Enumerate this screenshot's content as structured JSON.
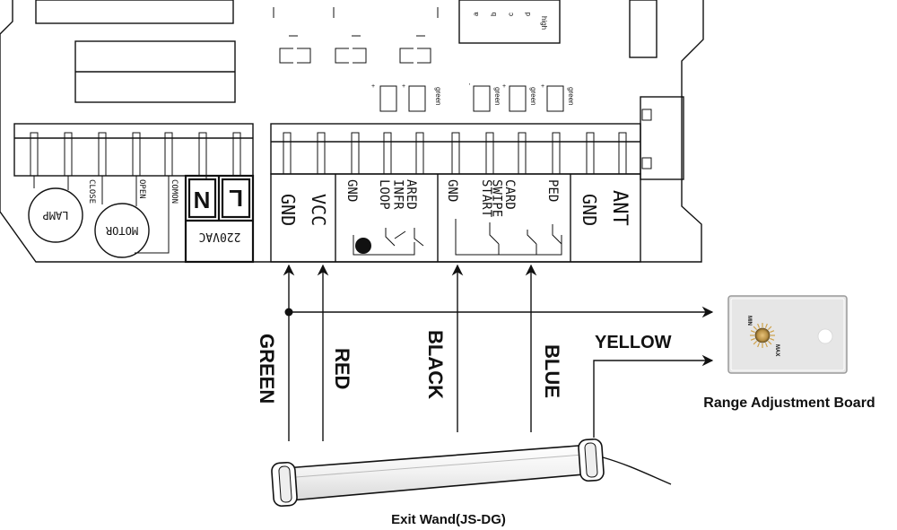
{
  "board": {
    "output_labels": {
      "lamp": "LAMP",
      "motor": "MOTOR",
      "close": "CLOSE",
      "open": "OPEN",
      "common": "COMON",
      "n": "N",
      "l": "L",
      "supply": "220VAC"
    },
    "input_labels": {
      "gnd1": "GND",
      "vcc": "VCC",
      "gnd2": "GND",
      "loop": "LOOP",
      "infrared": "INFR\nARED",
      "gnd3": "GND",
      "start": "START",
      "swipe_card": "SWIPE\nCARD",
      "ped": "PED",
      "ant_gnd": "GND",
      "ant": "ANT"
    },
    "led_labels": [
      "green",
      "green",
      "green",
      "green"
    ],
    "top_pins": [
      "a",
      "b",
      "c",
      "d",
      "high"
    ]
  },
  "wires": {
    "green": "GREEN",
    "red": "RED",
    "black": "BLACK",
    "blue": "BLUE",
    "yellow": "YELLOW"
  },
  "range_board": {
    "label": "Range Adjustment Board",
    "knob_min": "MIN",
    "knob_max": "MAX"
  },
  "wand": {
    "label": "Exit Wand(JS-DG)"
  }
}
